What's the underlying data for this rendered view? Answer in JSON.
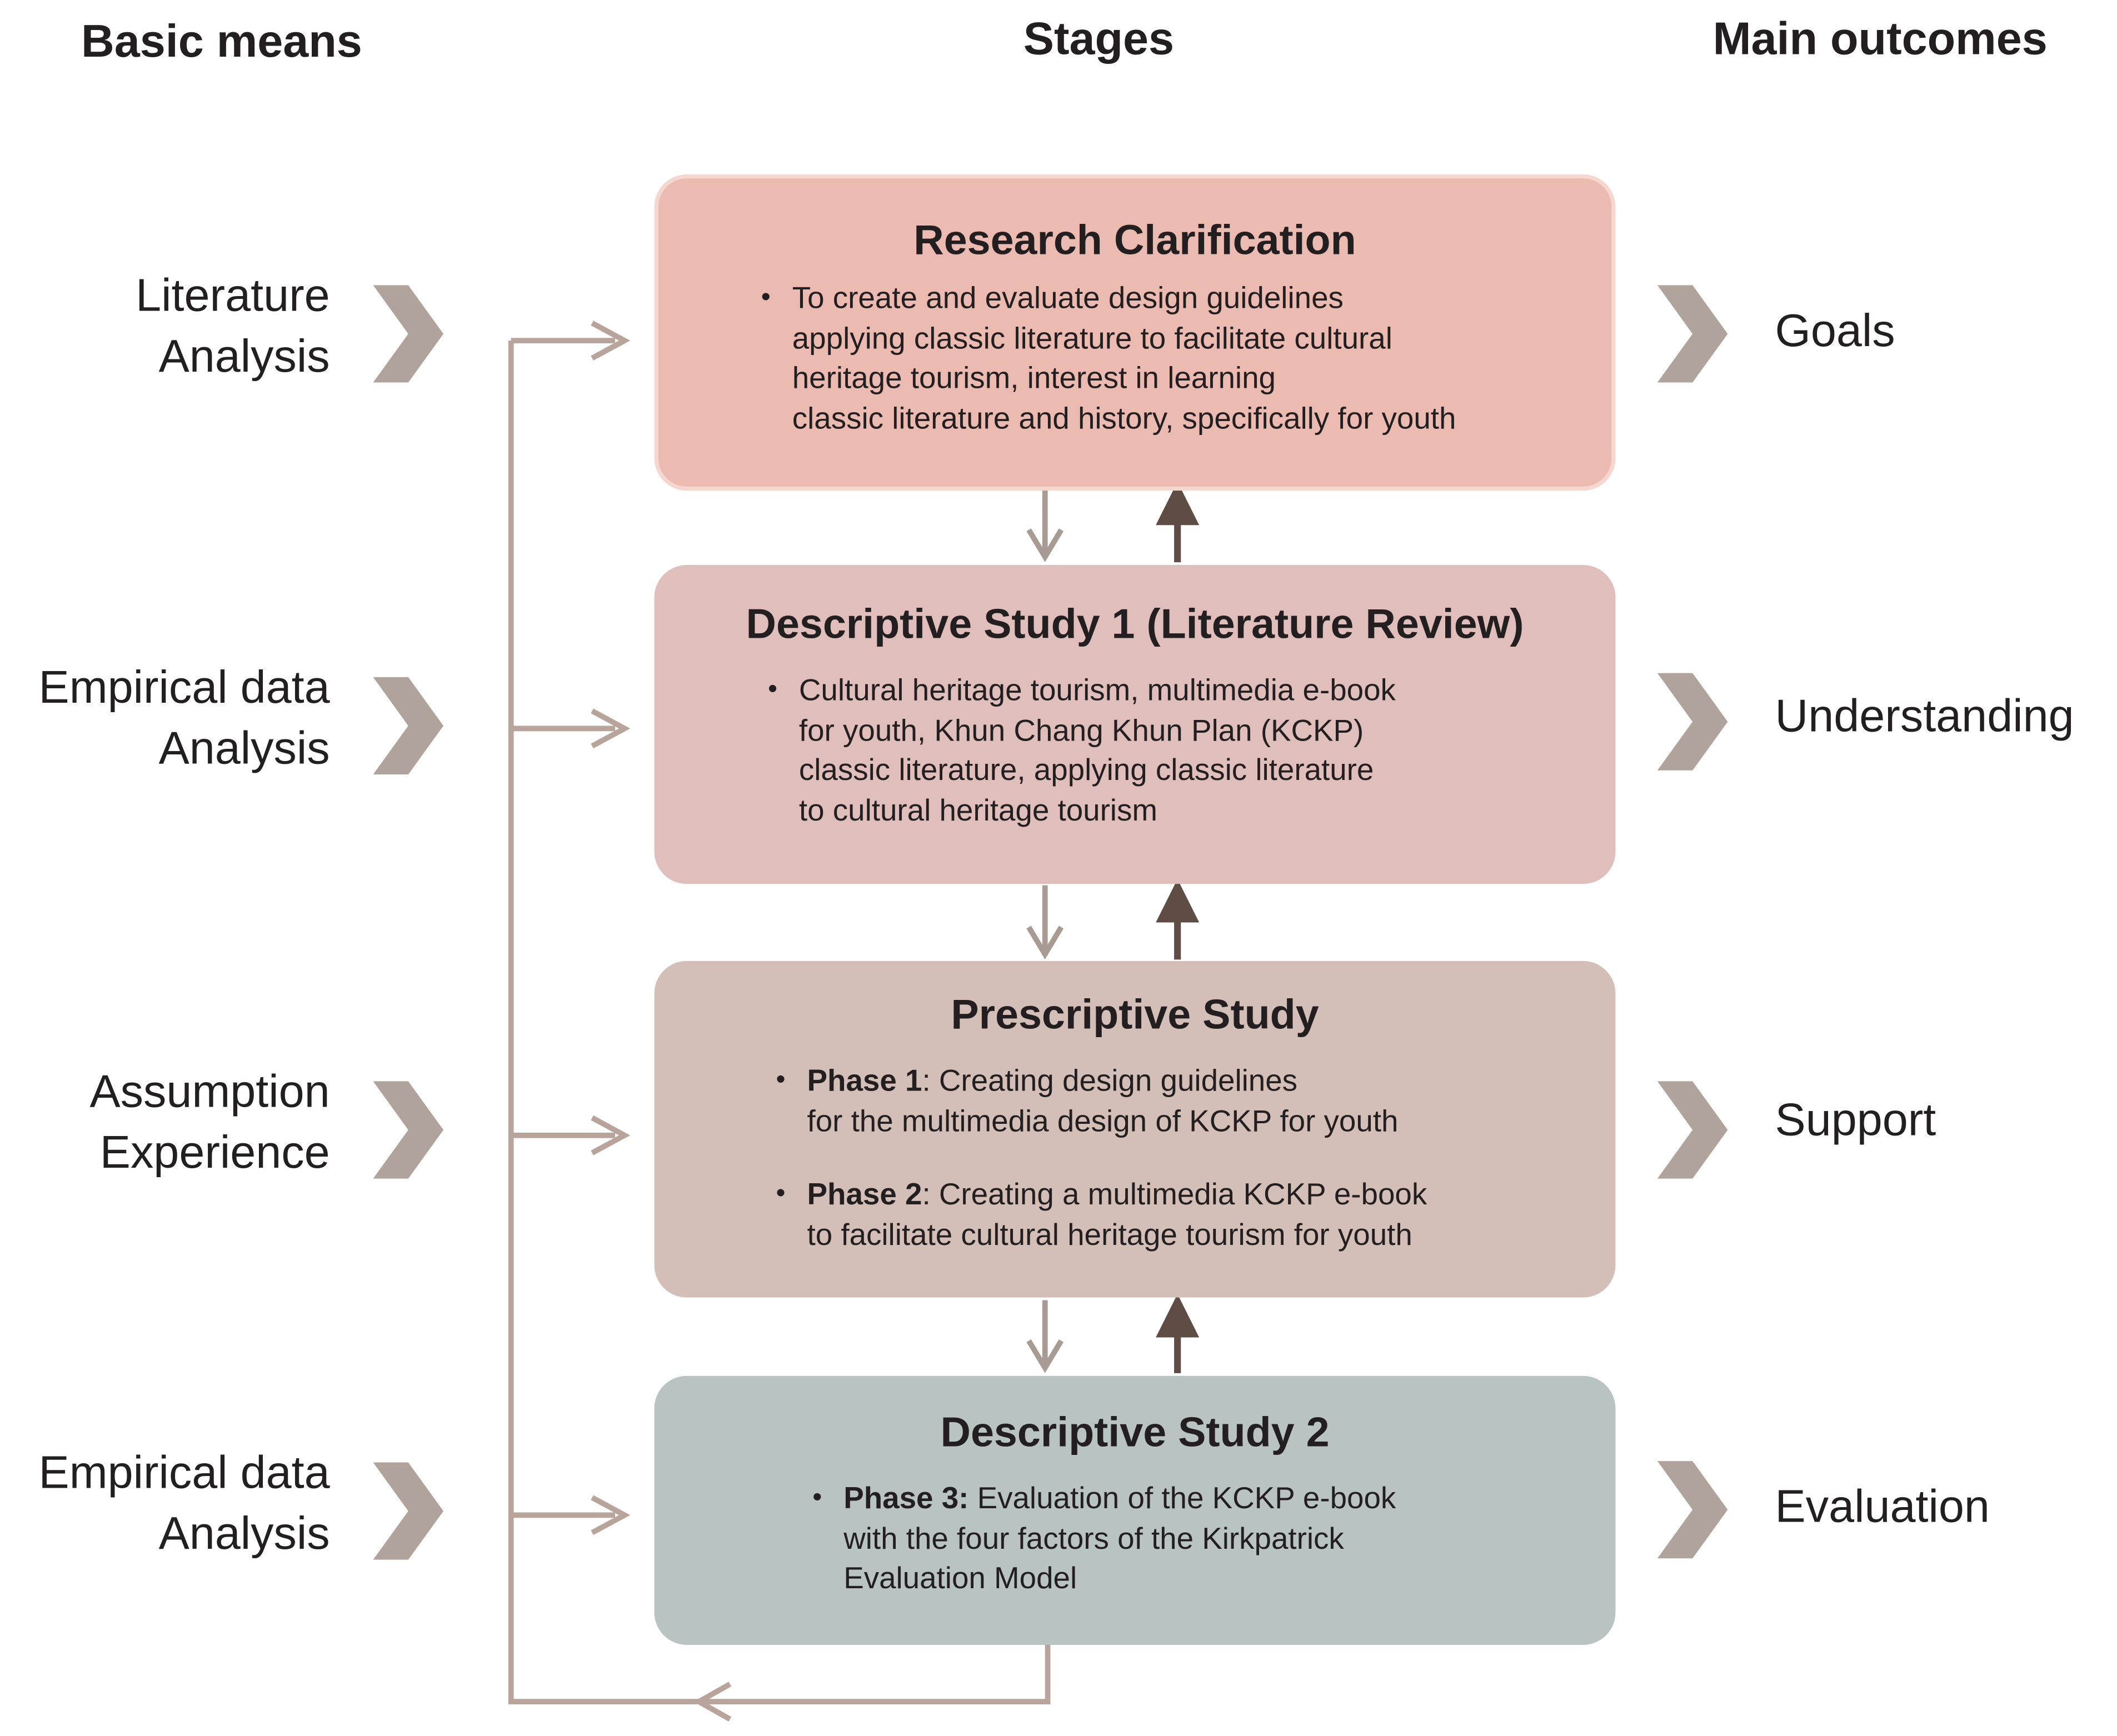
{
  "headers": {
    "means": "Basic means",
    "stages": "Stages",
    "outcomes": "Main outcomes"
  },
  "means": [
    "Literature\nAnalysis",
    "Empirical data\nAnalysis",
    "Assumption\nExperience",
    "Empirical data\nAnalysis"
  ],
  "outcomes": [
    "Goals",
    "Understanding",
    "Support",
    "Evaluation"
  ],
  "stages": [
    {
      "title": "Research Clarification",
      "color": "#ebbab0",
      "bullets": [
        {
          "bold": "",
          "text": "To create and evaluate design guidelines\napplying classic literature to facilitate cultural\nheritage tourism, interest in learning\nclassic literature and history, specifically for youth"
        }
      ]
    },
    {
      "title": "Descriptive Study 1 (Literature Review)",
      "color": "#dfbebc",
      "bullets": [
        {
          "bold": "",
          "text": "Cultural heritage tourism, multimedia e-book\nfor youth, Khun Chang Khun Plan (KCKP)\nclassic literature, applying classic literature\nto cultural heritage tourism"
        }
      ]
    },
    {
      "title": "Prescriptive Study",
      "color": "#d4bfb8",
      "bullets": [
        {
          "bold": "Phase 1",
          "text": ": Creating design guidelines\nfor the multimedia design of KCKP for youth"
        },
        {
          "bold": "Phase 2",
          "text": ": Creating a multimedia KCKP e-book\nto facilitate cultural heritage tourism for youth"
        }
      ]
    },
    {
      "title": "Descriptive Study 2",
      "color": "#b9c3c1",
      "bullets": [
        {
          "bold": "Phase 3:",
          "text": " Evaluation of the KCKP e-book\nwith the four factors of the Kirkpatrick\nEvaluation Model"
        }
      ]
    }
  ],
  "colors": {
    "chevron": "#b0a39b",
    "down_arrow": "#a89b94",
    "up_arrow": "#5f4d45",
    "feedback_line": "#b8a49b"
  }
}
